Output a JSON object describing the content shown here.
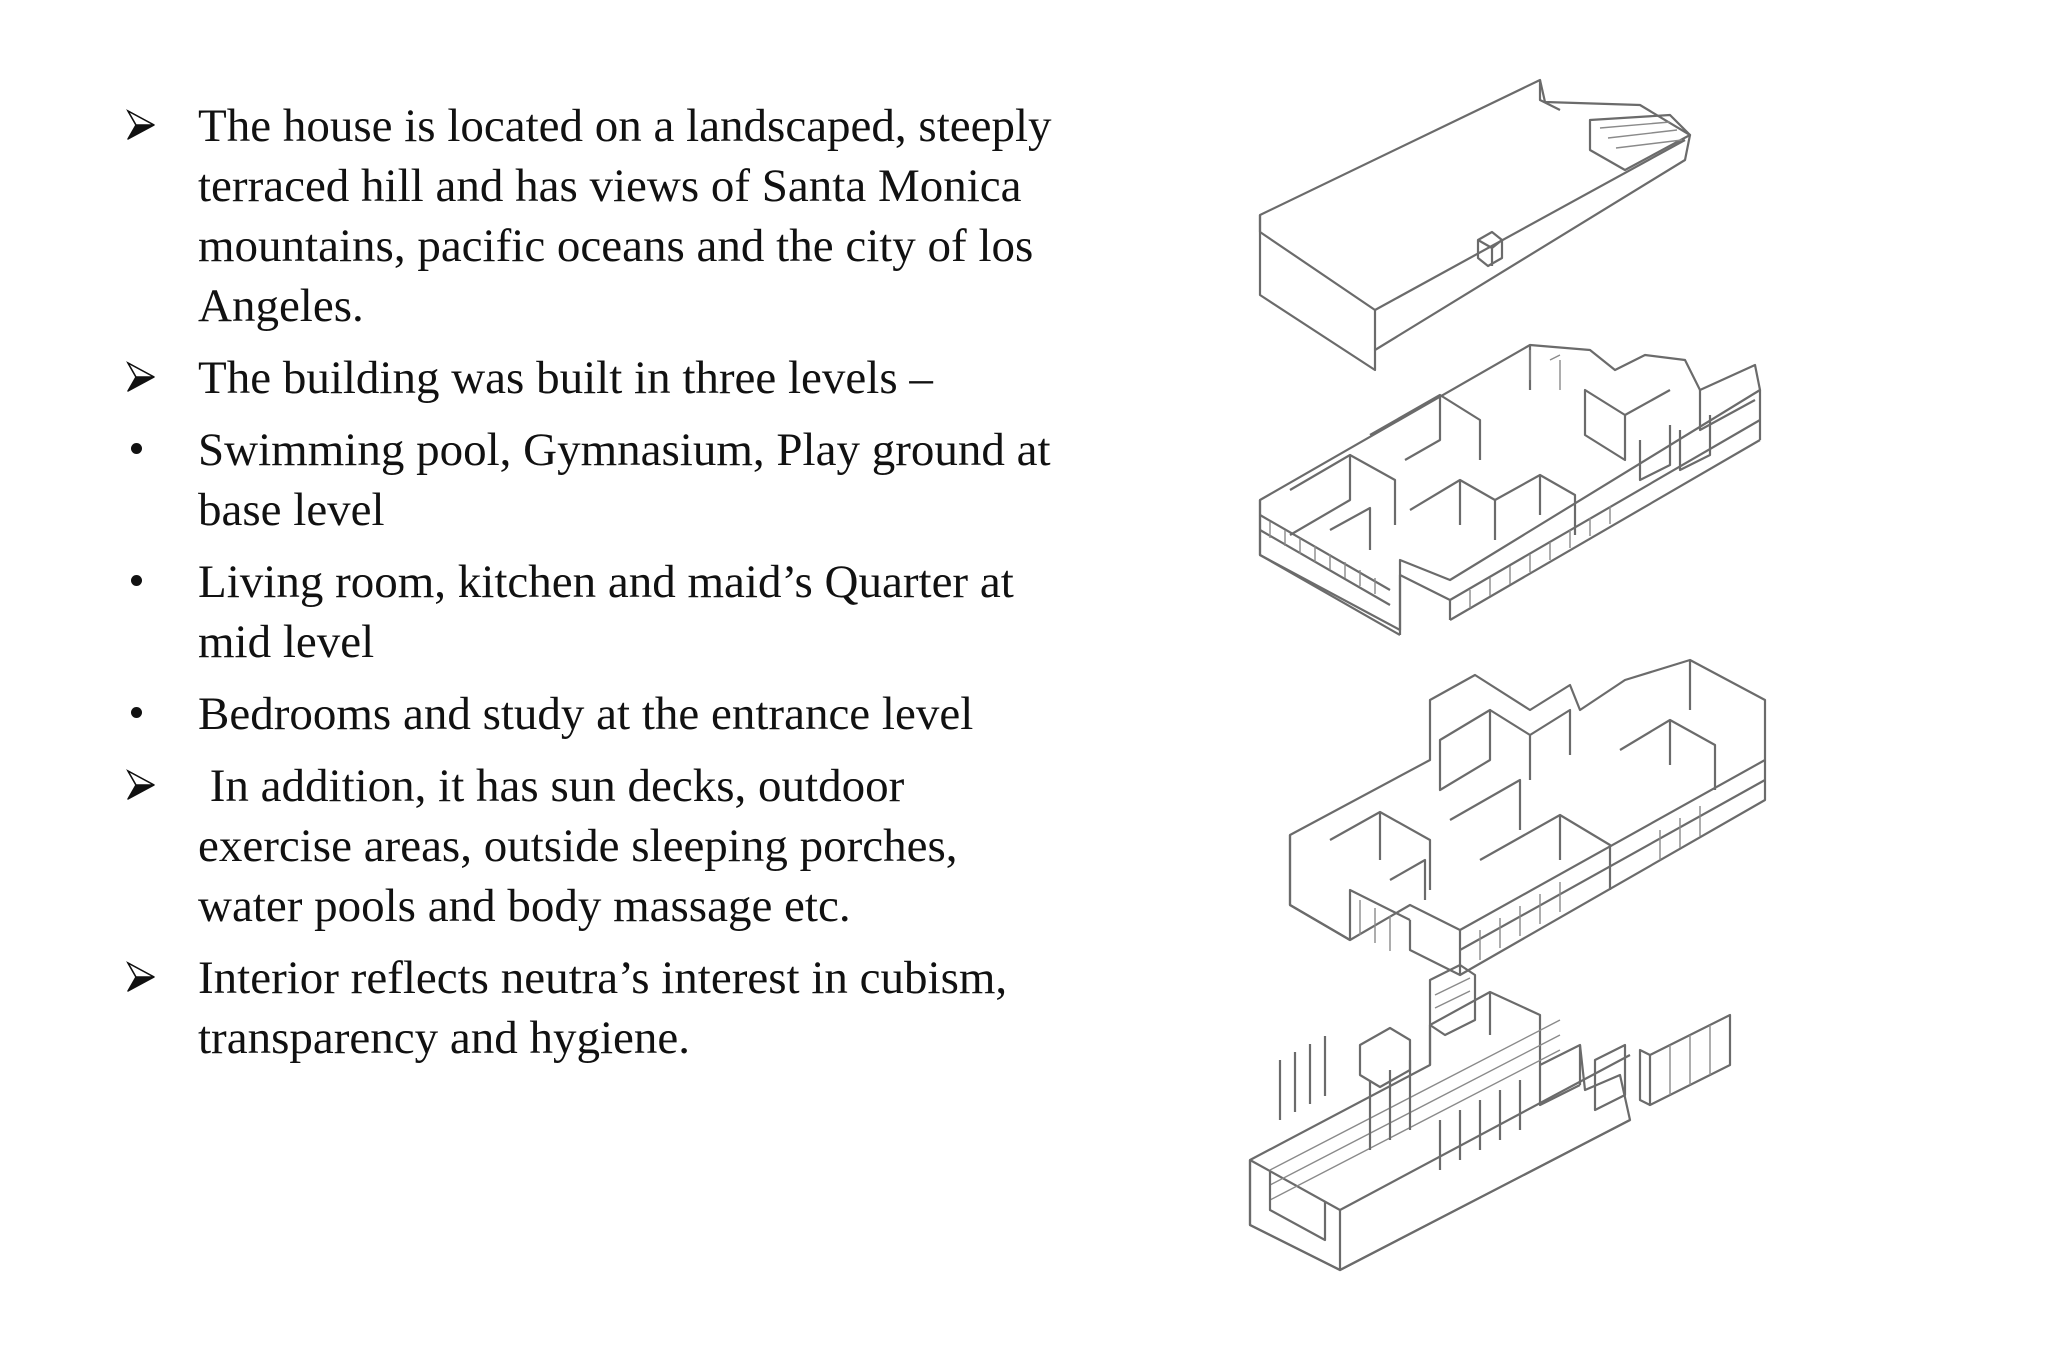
{
  "bullets": [
    {
      "marker": "arrow",
      "text": "The house is located on a landscaped, steeply\nterraced hill and has views of Santa Monica\nmountains, pacific oceans and the city of los\nAngeles."
    },
    {
      "marker": "arrow",
      "text": "The building was built in three levels –"
    },
    {
      "marker": "dot",
      "text": "Swimming pool, Gymnasium, Play ground at\nbase level"
    },
    {
      "marker": "dot",
      "text": "Living room, kitchen and maid’s Quarter at\nmid level"
    },
    {
      "marker": "dot",
      "text": "Bedrooms and study at the entrance level"
    },
    {
      "marker": "arrow",
      "text": " In addition, it has sun decks, outdoor\nexercise areas, outside sleeping porches,\nwater pools and body massage etc."
    },
    {
      "marker": "arrow",
      "text": "Interior reflects neutra’s interest in cubism,\ntransparency and hygiene."
    }
  ],
  "drawing": {
    "icon": "exploded-axonometric-house-drawing",
    "stroke_color": "#6b6b6b"
  },
  "colors": {
    "text": "#111111",
    "background": "#ffffff"
  }
}
